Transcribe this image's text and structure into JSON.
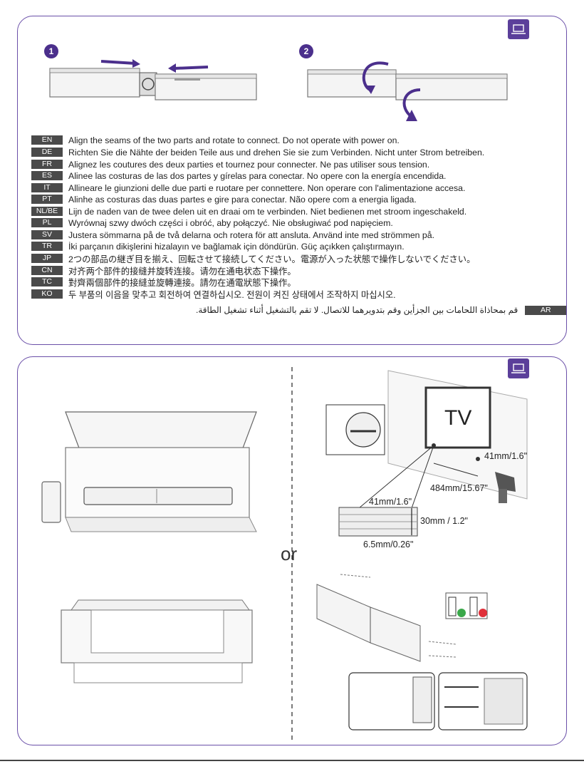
{
  "steps": {
    "one": "1",
    "two": "2"
  },
  "languages": [
    {
      "code": "EN",
      "text": "Align the seams of the two parts and rotate to connect. Do not operate with power on."
    },
    {
      "code": "DE",
      "text": "Richten Sie die Nähte der beiden Teile aus und drehen Sie sie zum Verbinden. Nicht unter Strom betreiben."
    },
    {
      "code": "FR",
      "text": "Alignez les coutures des deux parties et tournez pour connecter. Ne pas utiliser sous tension."
    },
    {
      "code": "ES",
      "text": "Alinee las costuras de las dos partes y gírelas para conectar. No opere con la energía encendida."
    },
    {
      "code": "IT",
      "text": "Allineare le giunzioni delle due parti e ruotare per connettere. Non operare con l'alimentazione accesa."
    },
    {
      "code": "PT",
      "text": "Alinhe as costuras das duas partes e gire para conectar. Não opere com a energia ligada."
    },
    {
      "code": "NL/BE",
      "text": "Lijn de naden van de twee delen uit en draai om te verbinden. Niet bedienen met stroom ingeschakeld."
    },
    {
      "code": "PL",
      "text": "Wyrównaj szwy dwóch części i obróć, aby połączyć. Nie obsługiwać pod napięciem."
    },
    {
      "code": "SV",
      "text": "Justera sömmarna på de två delarna och rotera för att ansluta. Använd inte med strömmen på."
    },
    {
      "code": "TR",
      "text": "İki parçanın dikişlerini hizalayın ve bağlamak için döndürün. Güç açıkken çalıştırmayın."
    },
    {
      "code": "JP",
      "text": "2つの部品の継ぎ目を揃え、回転させて接続してください。電源が入った状態で操作しないでください。"
    },
    {
      "code": "CN",
      "text": "对齐两个部件的接缝并旋转连接。请勿在通电状态下操作。"
    },
    {
      "code": "TC",
      "text": "對齊兩個部件的接縫並旋轉連接。請勿在通電狀態下操作。"
    },
    {
      "code": "KO",
      "text": "두 부품의 이음을 맞추고 회전하여 연결하십시오. 전원이 켜진 상태에서 조작하지 마십시오."
    }
  ],
  "arabic": {
    "code": "AR",
    "text": "قم بمحاذاة اللحامات بين الجزأين وقم بتدويرهما للاتصال. لا تقم بالتشغيل أثناء تشغيل الطاقة."
  },
  "wall": {
    "tv": "TV",
    "dim_height": "41mm/1.6\"",
    "dim_width": "484mm/15.67\"",
    "dim_detail_w": "41mm/1.6\"",
    "dim_detail_h": "30mm / 1.2\"",
    "dim_detail_d": "6.5mm/0.26\""
  },
  "or": "or",
  "colors": {
    "accent": "#5b3f9a",
    "badge": "#4a4a4a",
    "ok": "#3aa84a",
    "bad": "#e0303a"
  }
}
